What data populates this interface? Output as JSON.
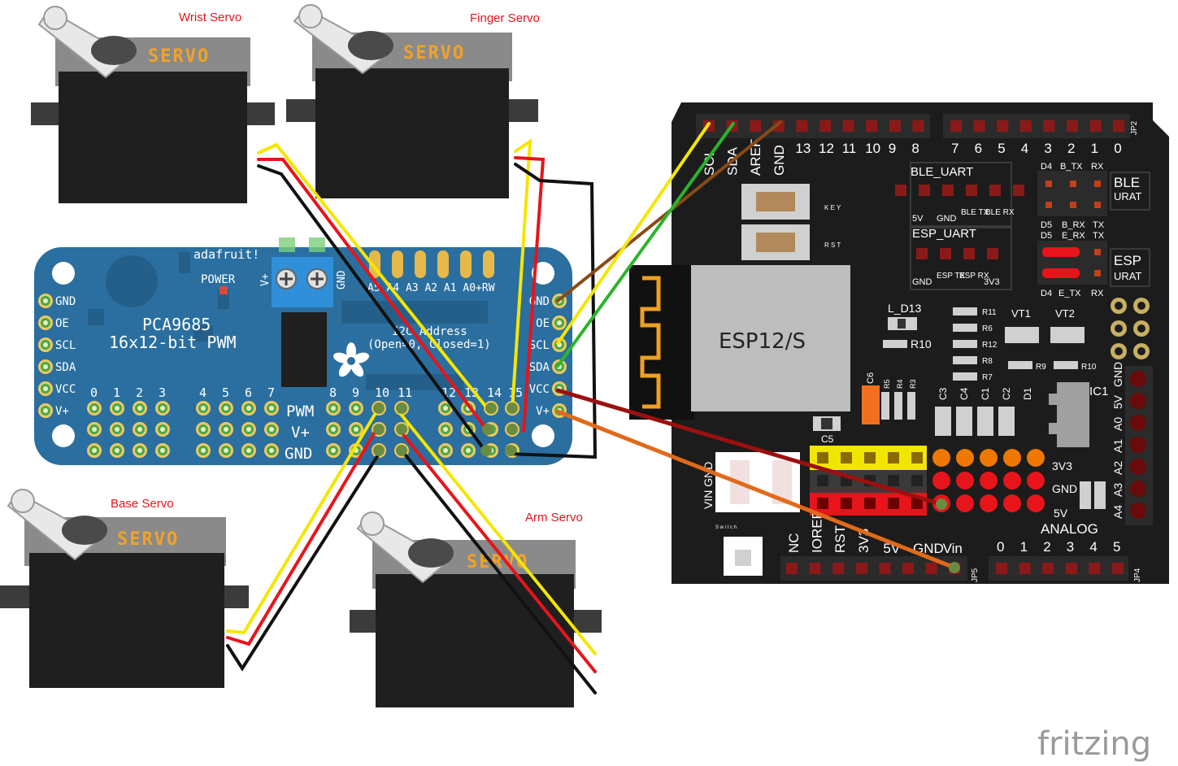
{
  "servos": {
    "wrist": {
      "title": "Wrist Servo",
      "word": "SERVO"
    },
    "finger": {
      "title": "Finger Servo",
      "word": "SERVO"
    },
    "base": {
      "title": "Base Servo",
      "word": "SERVO"
    },
    "arm": {
      "title": "Arm Servo",
      "word": "SERVO"
    }
  },
  "pwm_board": {
    "brand": "adafruit!",
    "power": "POWER",
    "title_line1": "PCA9685",
    "title_line2": "16x12-bit PWM",
    "terminal_left": "V+",
    "terminal_right": "GND",
    "address_pins": "A5 A4 A3 A2 A1 A0+RW",
    "address_line1": "I2C Address",
    "address_line2": "(Open=0, Closed=1)",
    "left_pins": [
      "GND",
      "OE",
      "SCL",
      "SDA",
      "VCC",
      "V+"
    ],
    "right_pins": [
      "GND",
      "OE",
      "SCL",
      "SDA",
      "VCC",
      "V+"
    ],
    "channel_numbers": [
      "0",
      "1",
      "2",
      "3",
      "4",
      "5",
      "6",
      "7",
      "8",
      "9",
      "10",
      "11",
      "12",
      "13",
      "14",
      "15"
    ],
    "row_labels": [
      "PWM",
      "V+",
      "GND"
    ]
  },
  "controller": {
    "chip": "ESP12/S",
    "top_pins_left": [
      "SCL",
      "SDA",
      "AREF",
      "GND",
      "13",
      "12",
      "11",
      "10",
      "9",
      "8"
    ],
    "top_pins_right": [
      "7",
      "6",
      "5",
      "4",
      "3",
      "2",
      "1",
      "0"
    ],
    "jp2": "JP2",
    "jp4": "JP4",
    "jp5": "JP5",
    "ble_uart": "BLE_UART",
    "ble_uart_pins": [
      "5V",
      "GND",
      "BLE TX",
      "BLE RX"
    ],
    "esp_uart": "ESP_UART",
    "esp_uart_pins": [
      "GND",
      "ESP TX",
      "ESP RX",
      "3V3"
    ],
    "jumper_top": [
      "D4",
      "B_TX",
      "RX"
    ],
    "jumper_mid1": [
      "D5",
      "B_RX",
      "TX"
    ],
    "jumper_mid2": [
      "D5",
      "E_RX",
      "TX"
    ],
    "jumper_bottom": [
      "D4",
      "E_TX",
      "RX"
    ],
    "ble_urat": [
      "BLE",
      "URAT"
    ],
    "esp_urat": [
      "ESP",
      "URAT"
    ],
    "button_key": "K E Y",
    "button_rst": "R S T",
    "led_label": "L_D13",
    "resistors_right": [
      "R11",
      "R6",
      "R12",
      "R8",
      "R7"
    ],
    "r10": "R10",
    "vt": [
      "VT1",
      "VT2"
    ],
    "r9": "R9",
    "r10b": "R10",
    "ic1": "IC1",
    "c6": "C6",
    "r_small": [
      "R5",
      "R4",
      "R3"
    ],
    "caps": [
      "C3",
      "C4",
      "C1",
      "C2",
      "D1"
    ],
    "c5": "C5",
    "power_side": [
      "GND",
      "5V",
      "A0",
      "A1",
      "A2",
      "A3",
      "A4"
    ],
    "voltage_labels": [
      "3V3",
      "GND",
      "5V"
    ],
    "vin_gnd": "VIN GND",
    "switch_label": "S w i t c h",
    "bottom_pins_left": [
      "NC",
      "IOREF",
      "RST",
      "3V3",
      "5V",
      "GND",
      "Vin"
    ],
    "analog": "ANALOG",
    "analog_pins": [
      "0",
      "1",
      "2",
      "3",
      "4",
      "5"
    ]
  },
  "watermark": "fritzing"
}
